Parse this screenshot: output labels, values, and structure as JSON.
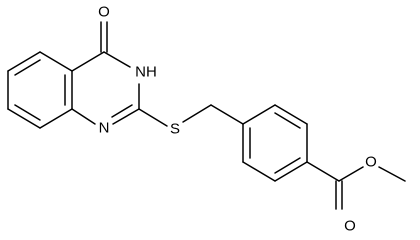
{
  "molecule": {
    "atoms": {
      "o_ketone": "O",
      "n3h": "NH",
      "n1": "N",
      "s": "S",
      "o_carbonyl": "O",
      "o_ester": "O"
    }
  }
}
